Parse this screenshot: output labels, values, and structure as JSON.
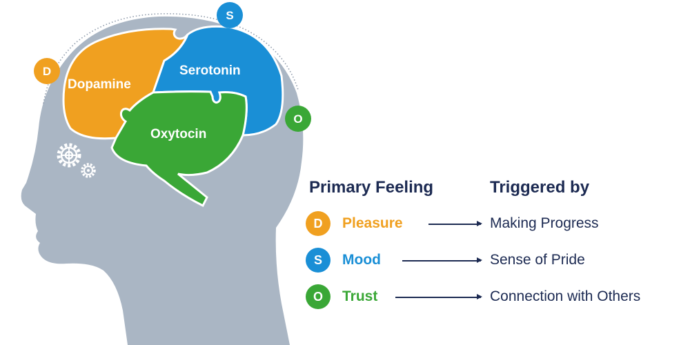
{
  "colors": {
    "dopamine": "#f0a020",
    "serotonin": "#1a8fd6",
    "oxytocin": "#3aa736",
    "head": "#aab6c4",
    "text_dark": "#1c2a52"
  },
  "brain": {
    "lobes": [
      {
        "id": "dopamine",
        "label": "Dopamine"
      },
      {
        "id": "serotonin",
        "label": "Serotonin"
      },
      {
        "id": "oxytocin",
        "label": "Oxytocin"
      }
    ],
    "badges": {
      "dopamine": "D",
      "serotonin": "S",
      "oxytocin": "O"
    }
  },
  "icons": [
    "gear-icon"
  ],
  "legend": {
    "header_feeling": "Primary Feeling",
    "header_trigger": "Triggered by",
    "rows": [
      {
        "letter": "D",
        "feeling": "Pleasure",
        "trigger": "Making Progress",
        "color": "#f0a020"
      },
      {
        "letter": "S",
        "feeling": "Mood",
        "trigger": "Sense of Pride",
        "color": "#1a8fd6"
      },
      {
        "letter": "O",
        "feeling": "Trust",
        "trigger": "Connection with Others",
        "color": "#3aa736"
      }
    ]
  }
}
